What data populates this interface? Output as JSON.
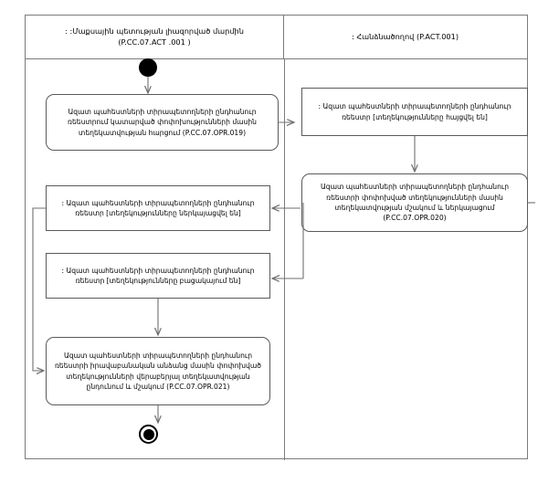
{
  "diagram": {
    "type": "uml-activity-diagram",
    "lanes": [
      {
        "id": "lane-left",
        "title_line1": ": :Մաքսային պետության լիազորված մարմին",
        "title_line2": "(P.CC.07.ACT .001 )"
      },
      {
        "id": "lane-right",
        "title_line1": ": Հանձնածողով (P.ACT.001)",
        "title_line2": ""
      }
    ],
    "nodes": [
      {
        "id": "start",
        "kind": "initial-node",
        "label": ""
      },
      {
        "id": "action-019",
        "kind": "action",
        "lane": "lane-left",
        "label": "Ազատ պահեստների տիրապետողների ընդհանուր ռեեստրում կատարված փոփոխությունների մասին տեղեկատվության հարցում (P.CC.07.OPR.019)"
      },
      {
        "id": "object-requested",
        "kind": "object-node",
        "lane": "lane-right",
        "label": ": Ազատ պահեստների տիրապետողների ընդհանուր ռեեստր [տեղեկությունները հայցվել են]"
      },
      {
        "id": "action-020",
        "kind": "action",
        "lane": "lane-right",
        "label": "Ազատ պահեստների տիրապետողների ընդհանուր ռեեստրի փոփոխված տեղեկությունների մասին տեղեկատվության մշակում և ներկայացում (P.CC.07.OPR.020)"
      },
      {
        "id": "object-presented",
        "kind": "object-node",
        "lane": "lane-left",
        "label": ": Ազատ պահեստների տիրապետողների ընդհանուր ռեեստր [տեղեկությունները ներկայացվել են]"
      },
      {
        "id": "object-absent",
        "kind": "object-node",
        "lane": "lane-left",
        "label": ": Ազատ պահեստների տիրապետողների ընդհանուր ռեեստր [տեղեկությունները բացակայում են]"
      },
      {
        "id": "action-021",
        "kind": "action",
        "lane": "lane-left",
        "label": "Ազատ պահեստների տիրապետողների ընդհանուր ռեեստրի իրավաբանական անձանց մասին փոփոխված տեղեկությունների վերաբերյալ տեղեկատվության ընդունում և մշակում (P.CC.07.OPR.021)"
      },
      {
        "id": "end",
        "kind": "final-node",
        "label": ""
      }
    ],
    "colors": {
      "frame_border": "#7b7b7b",
      "node_border": "#5a5a5a",
      "edge": "#6f6f6f",
      "node_fill": "#ffffff",
      "terminal_fill": "#000000",
      "background": "#ffffff"
    }
  }
}
